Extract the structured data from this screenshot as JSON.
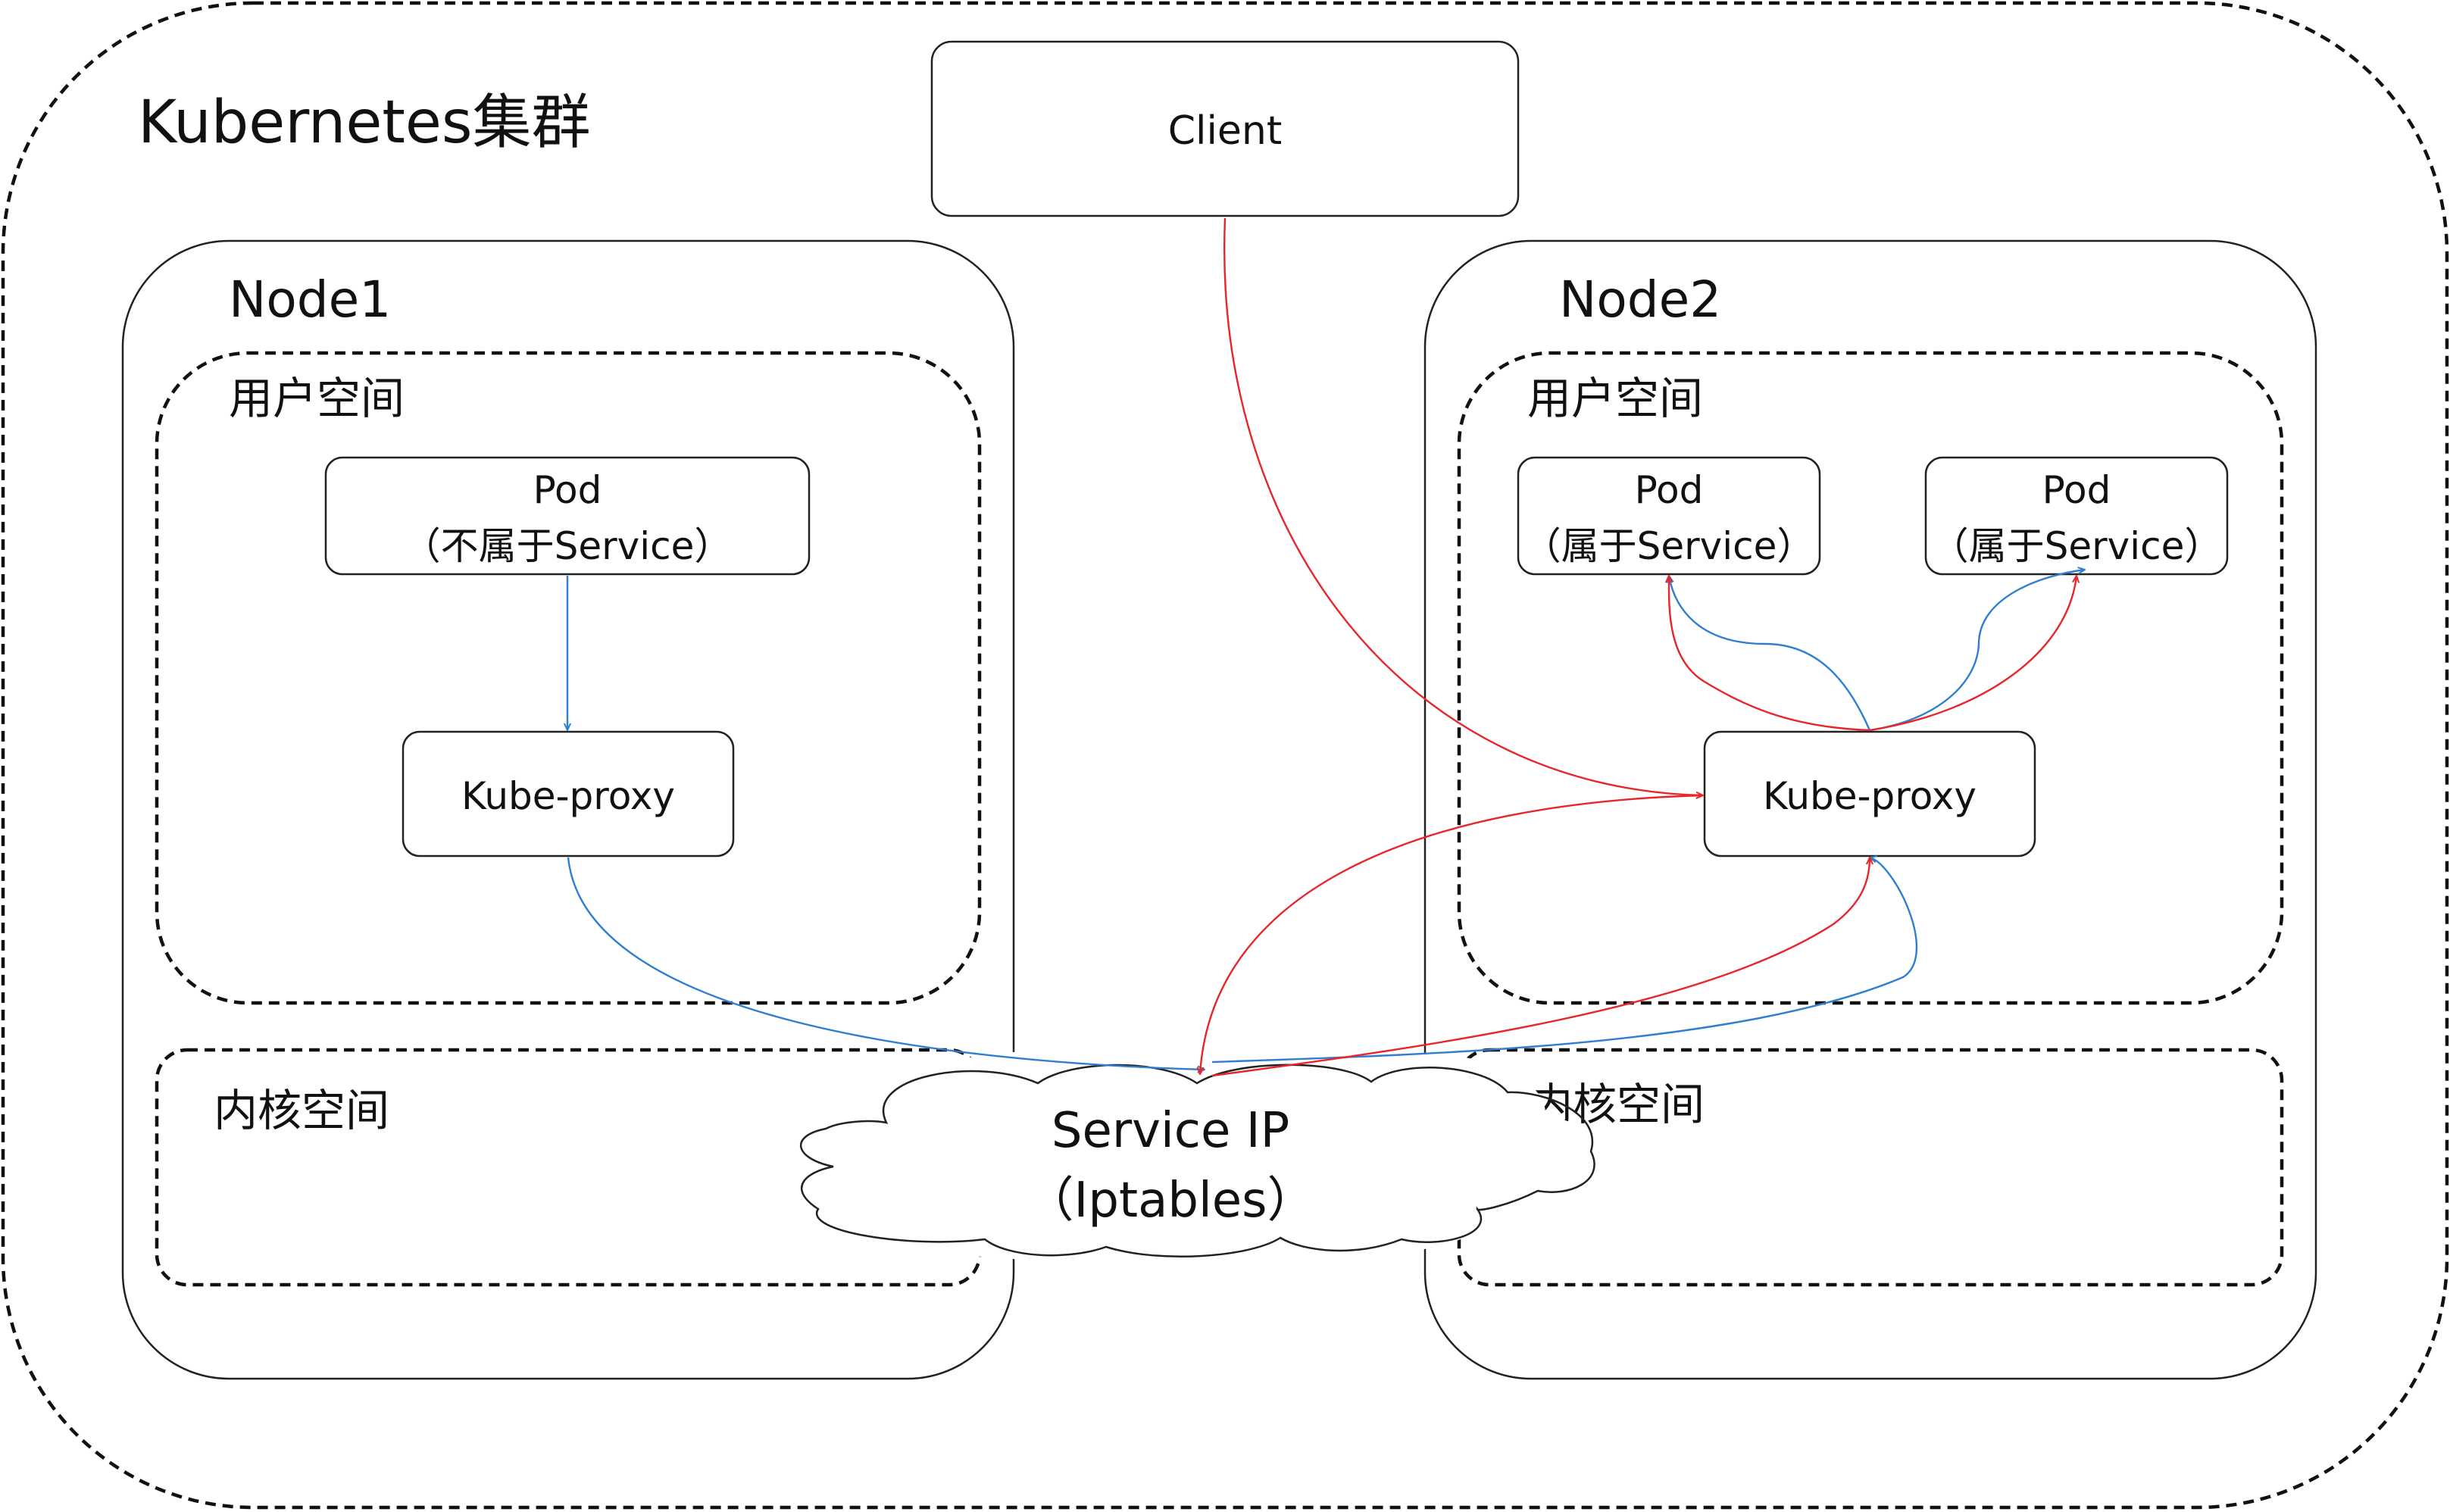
{
  "cluster": {
    "title": "Kubernetes集群"
  },
  "client": {
    "label": "Client"
  },
  "node1": {
    "title": "Node1",
    "user_space": "用户空间",
    "kernel_space": "内核空间",
    "pod": {
      "line1": "Pod",
      "line2": "（不属于Service）"
    },
    "kube_proxy": "Kube-proxy"
  },
  "node2": {
    "title": "Node2",
    "user_space": "用户空间",
    "kernel_space": "内核空间",
    "pods": [
      {
        "line1": "Pod",
        "line2": "（属于Service）"
      },
      {
        "line1": "Pod",
        "line2": "（属于Service）"
      }
    ],
    "kube_proxy": "Kube-proxy"
  },
  "service_ip": {
    "line1": "Service IP",
    "line2": "（Iptables）"
  },
  "colors": {
    "red_flow": "#e8262a",
    "blue_flow": "#2f7fd0",
    "border": "#111111"
  }
}
